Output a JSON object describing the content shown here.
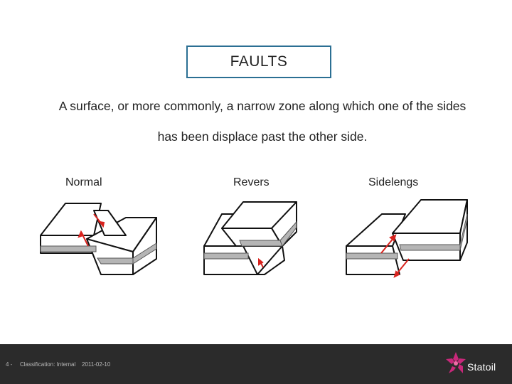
{
  "slide": {
    "title": "FAULTS",
    "definition_line1": "A surface, or more commonly, a narrow zone along which one of the sides",
    "definition_line2": "has been displace past the other side."
  },
  "fault_types": [
    {
      "label": "Normal"
    },
    {
      "label": "Revers"
    },
    {
      "label": "Sidelengs"
    }
  ],
  "footer": {
    "page_number": "4 -",
    "classification": "Classification: Internal",
    "date": "2011-02-10",
    "logo_text": "Statoil"
  },
  "colors": {
    "title_border": "#2b6f93",
    "arrow": "#d8231e",
    "rock_layer": "#b5b5b5",
    "footer_bg": "#2b2b2b",
    "logo_magenta": "#c8287a"
  }
}
